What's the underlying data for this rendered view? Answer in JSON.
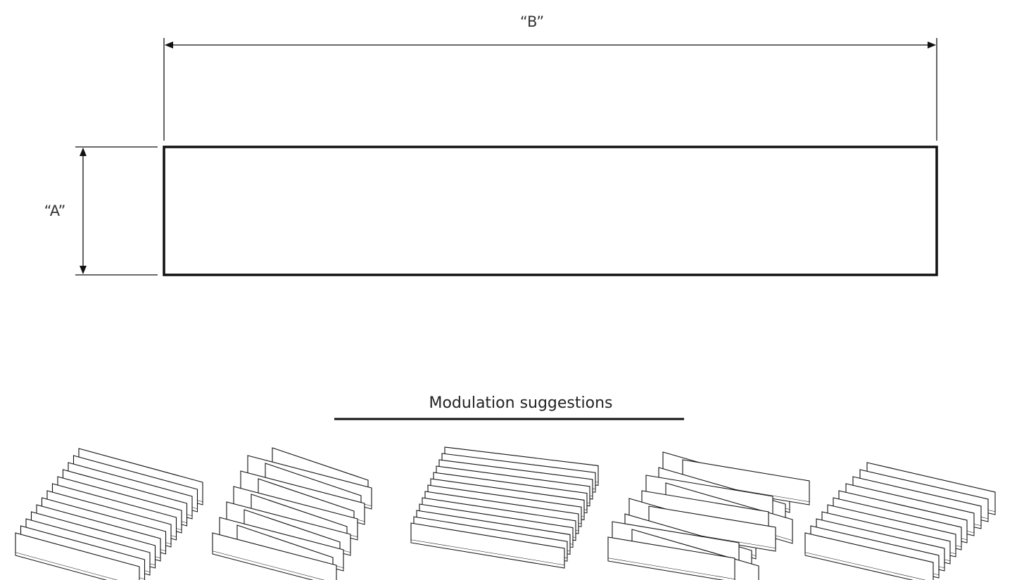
{
  "dimensions": {
    "height_label": "“A”",
    "width_label": "“B”"
  },
  "modulation": {
    "heading": "Modulation suggestions",
    "suggestions": [
      {
        "pattern": "uniform-stack",
        "panel_count": 13
      },
      {
        "pattern": "staggered-pairs",
        "panel_count": 12
      },
      {
        "pattern": "fanned-stack",
        "panel_count": 13
      },
      {
        "pattern": "offset-rows",
        "panel_count": 12
      },
      {
        "pattern": "stepped-stack",
        "panel_count": 11
      }
    ]
  },
  "colors": {
    "line": "#111111",
    "text": "#333333",
    "panel_fill": "#ffffff"
  }
}
